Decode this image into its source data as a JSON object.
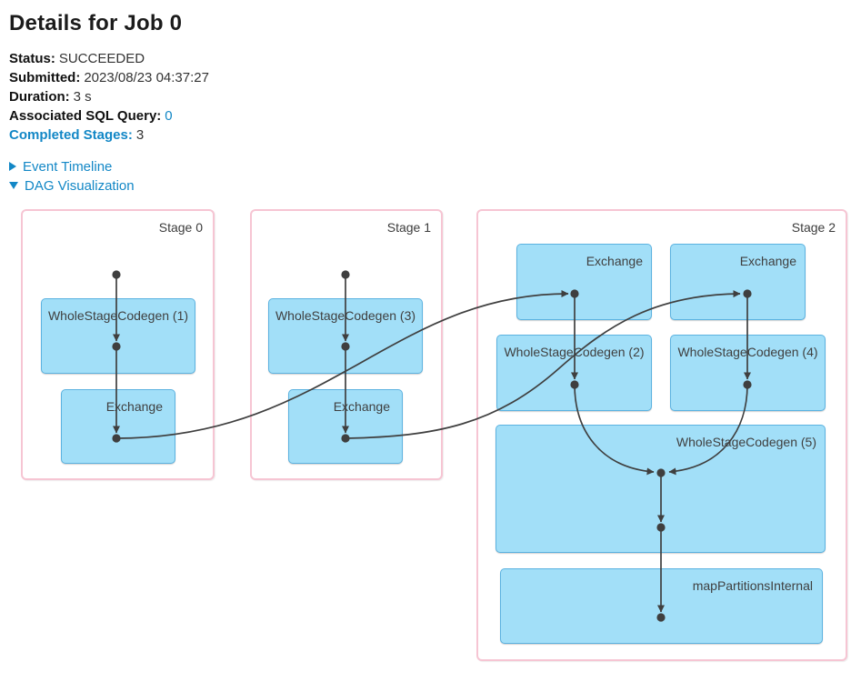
{
  "header": {
    "title": "Details for Job 0"
  },
  "props": {
    "status": {
      "label": "Status:",
      "value": "SUCCEEDED"
    },
    "submitted": {
      "label": "Submitted:",
      "value": "2023/08/23 04:37:27"
    },
    "duration": {
      "label": "Duration:",
      "value": "3 s"
    },
    "sql_query": {
      "label": "Associated SQL Query:",
      "value": "0"
    },
    "completed_stages": {
      "label": "Completed Stages:",
      "value": "3"
    }
  },
  "toggles": {
    "event_timeline": {
      "label": "Event Timeline",
      "state": "collapsed",
      "icon": "triangle-right-icon"
    },
    "dag_visualization": {
      "label": "DAG Visualization",
      "state": "expanded",
      "icon": "triangle-down-icon"
    }
  },
  "dag": {
    "stages": [
      {
        "label": "Stage 0",
        "operators": [
          {
            "name": "WholeStageCodegen (1)"
          },
          {
            "name": "Exchange"
          }
        ]
      },
      {
        "label": "Stage 1",
        "operators": [
          {
            "name": "WholeStageCodegen (3)"
          },
          {
            "name": "Exchange"
          }
        ]
      },
      {
        "label": "Stage 2",
        "operators": [
          {
            "name": "Exchange"
          },
          {
            "name": "Exchange"
          },
          {
            "name": "WholeStageCodegen (2)"
          },
          {
            "name": "WholeStageCodegen (4)"
          },
          {
            "name": "WholeStageCodegen (5)"
          },
          {
            "name": "mapPartitionsInternal"
          }
        ]
      }
    ]
  },
  "colors": {
    "link": "#1287c6",
    "edge": "#3f3f3f",
    "operator_fill": "#a2dff8",
    "operator_border": "#5bb2e0",
    "stage_border": "#f6c5d3",
    "text_dark": "#1b1b1b",
    "text_body": "#333333",
    "box_text": "#3f3f3f"
  }
}
